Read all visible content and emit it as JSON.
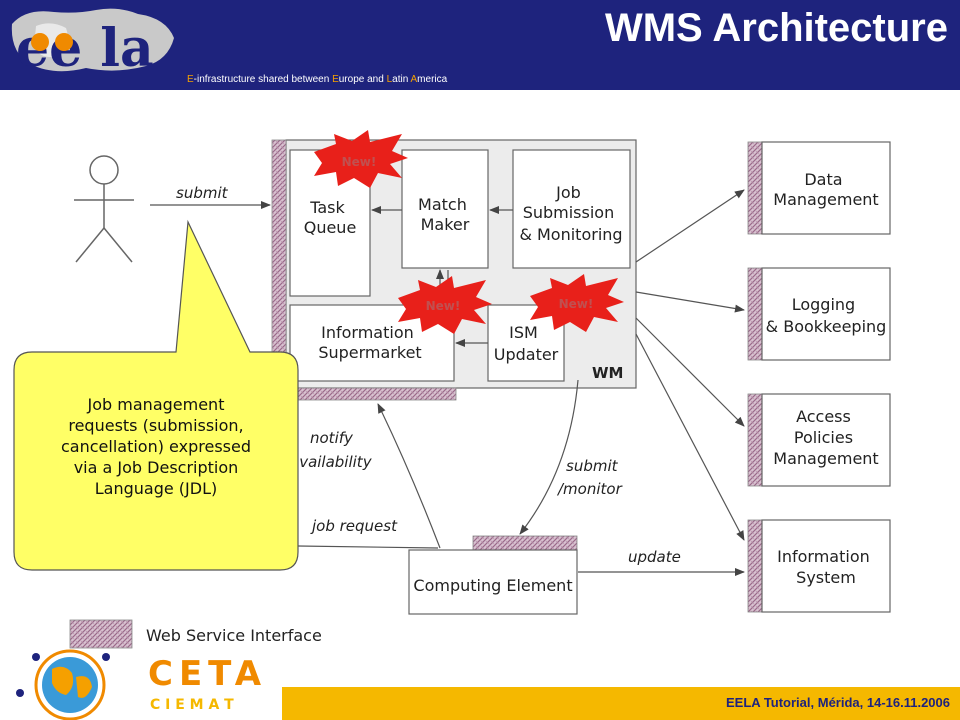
{
  "header": {
    "title": "WMS Architecture",
    "tagline_parts": [
      "E",
      "-infrastructure shared between ",
      "E",
      "urope and ",
      "L",
      "atin ",
      "A",
      "merica"
    ],
    "logo_text": "ee la"
  },
  "diagram": {
    "boxes": {
      "task_queue": [
        "Task",
        "Queue"
      ],
      "match_maker": [
        "Match",
        "Maker"
      ],
      "job_submission": [
        "Job",
        "Submission",
        "& Monitoring"
      ],
      "information_supermarket": [
        "Information",
        "Supermarket"
      ],
      "ism_updater": [
        "ISM",
        "Updater"
      ],
      "wm": "WM",
      "computing_element": "Computing Element",
      "data_management": [
        "Data",
        "Management"
      ],
      "logging": [
        "Logging",
        "& Bookkeeping"
      ],
      "access_policies": [
        "Access",
        "Policies",
        "Management"
      ],
      "information_system": [
        "Information",
        "System"
      ]
    },
    "arrow_labels": {
      "submit": "submit",
      "notify": [
        "notify",
        "availability"
      ],
      "job_request": "job request",
      "submit_monitor": [
        "submit",
        "/monitor"
      ],
      "update": "update"
    },
    "badges": [
      "New!",
      "New!",
      "New!"
    ],
    "legend": "Web Service Interface",
    "colors": {
      "badge": "#e8201a",
      "callout": "#ffff66",
      "hatch": "#c0a0b8"
    }
  },
  "callout": {
    "lines": [
      "Job management",
      "requests (submission,",
      "cancellation) expressed",
      "via a Job Description",
      "Language (JDL)"
    ]
  },
  "footer": {
    "text": "EELA Tutorial, Mérida, 14-16.11.2006",
    "logo_text": "CETA",
    "logo_subtext": "C I E M A T"
  }
}
